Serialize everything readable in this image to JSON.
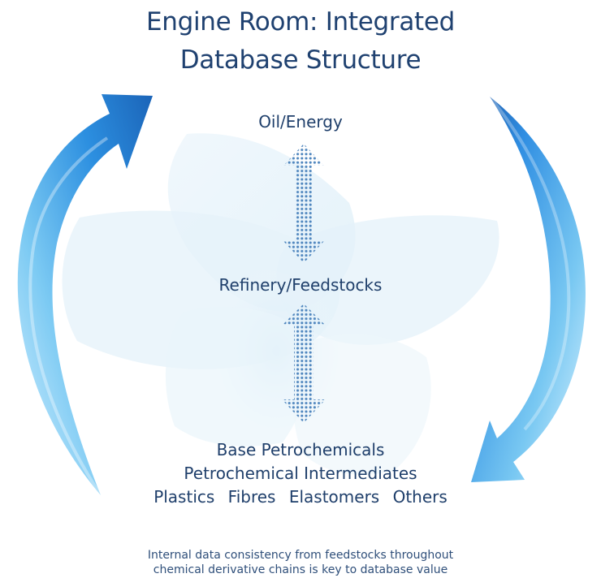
{
  "title": {
    "line1": "Engine Room: Integrated",
    "line2": "Database Structure"
  },
  "nodes": {
    "top": "Oil/Energy",
    "middle": "Refinery/Feedstocks",
    "bottom": [
      "Base Petrochemicals",
      "Petrochemical Intermediates"
    ],
    "products": [
      "Plastics",
      "Fibres",
      "Elastomers",
      "Others"
    ]
  },
  "caption": {
    "line1": "Internal data consistency from feedstocks throughout",
    "line2": "chemical derivative chains is key to database value"
  },
  "colors": {
    "text": "#1f3f6b",
    "arrow_light": "#8fd3f5",
    "arrow_mid": "#3fa4e8",
    "arrow_dark": "#0f4d9a",
    "dots": "#4f86be"
  },
  "icons": {
    "cycle_left": "curved-arrow-up-icon",
    "cycle_right": "curved-arrow-down-icon",
    "link_top": "double-arrow-icon",
    "link_bottom": "double-arrow-icon"
  }
}
